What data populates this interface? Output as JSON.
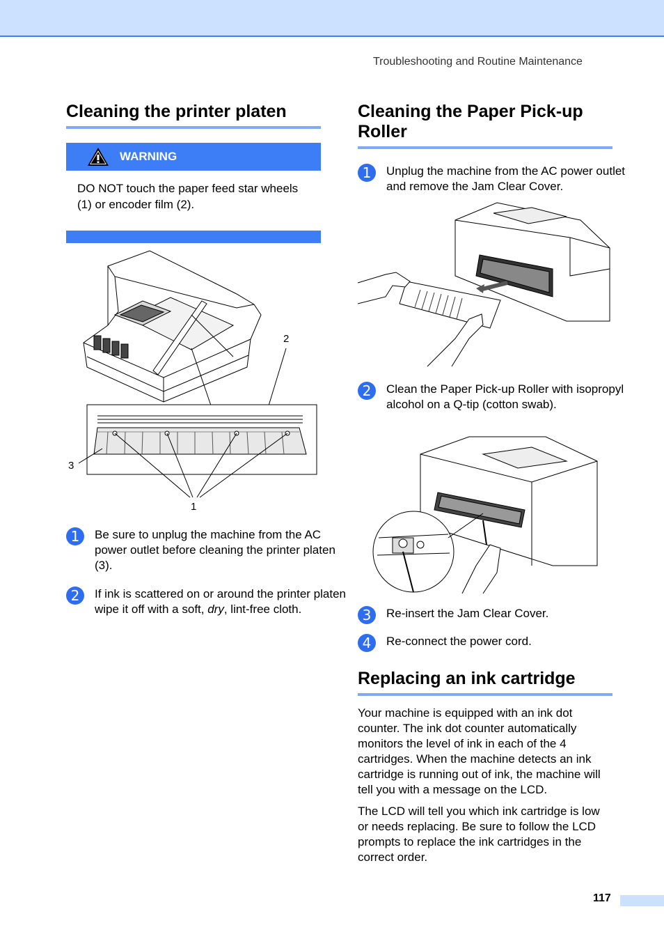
{
  "header": {
    "chapter": "Troubleshooting and Routine Maintenance"
  },
  "left": {
    "title": "Cleaning the printer platen",
    "warning": {
      "label": "WARNING",
      "text": "DO NOT touch the paper feed star wheels (1) or encoder film (2)."
    },
    "figure_labels": {
      "one": "1",
      "two": "2",
      "three": "3"
    },
    "steps": [
      {
        "num": "1",
        "text": "Be sure to unplug the machine from the AC power outlet before cleaning the printer platen (3)."
      },
      {
        "num": "2",
        "text_before": "If ink is scattered on or around the printer platen wipe it off with a soft, ",
        "text_em": "dry",
        "text_after": ", lint-free cloth."
      }
    ]
  },
  "right": {
    "title": "Cleaning the Paper Pick-up Roller",
    "steps": [
      {
        "num": "1",
        "text": "Unplug the machine from the AC power outlet and remove the Jam Clear Cover."
      },
      {
        "num": "2",
        "text": "Clean the Paper Pick-up Roller with isopropyl alcohol on a Q-tip (cotton swab)."
      },
      {
        "num": "3",
        "text": "Re-insert the Jam Clear Cover."
      },
      {
        "num": "4",
        "text": "Re-connect the power cord."
      }
    ],
    "section2": {
      "title": "Replacing an ink cartridge",
      "paragraphs": [
        "Your machine is equipped with an ink dot counter. The ink dot counter automatically monitors the level of ink in each of the 4 cartridges. When the machine detects an ink cartridge is running out of ink, the machine will tell you with a message on the LCD.",
        "The LCD will tell you which ink cartridge is low or needs replacing. Be sure to follow the LCD prompts to replace the ink cartridges in the correct order."
      ]
    }
  },
  "footer": {
    "page_number": "117"
  },
  "colors": {
    "accent": "#3d7df5",
    "band": "#cce0ff",
    "rule": "#7faaf7"
  }
}
